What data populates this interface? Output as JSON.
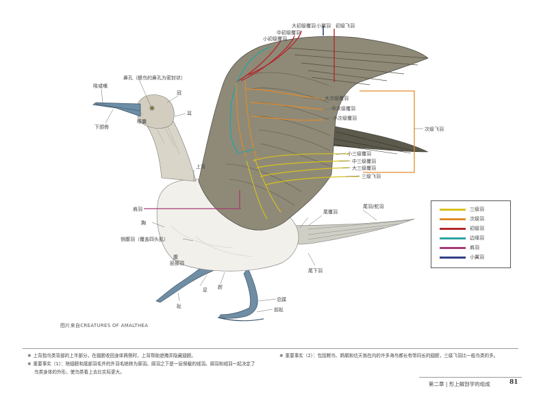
{
  "labels": {
    "beak": "喙或嘴",
    "nostril": "鼻孔（鲣鸟的鼻孔为密封状）",
    "crown": "冠",
    "ear": "耳",
    "lower_mandible": "下颌骨",
    "throat": "喉囊",
    "upper_back": "上背",
    "greater_primary_coverts": "大初级覆羽",
    "alula": "小翼羽",
    "primaries": "初级飞羽",
    "median_primary_coverts": "中初级覆羽",
    "lesser_primary_coverts": "小初级覆羽",
    "greater_secondary_coverts": "大次级覆羽",
    "median_secondary_coverts": "中次级覆羽",
    "lesser_secondary_coverts": "小次级覆羽",
    "secondaries": "次级飞羽",
    "lesser_tertial_coverts": "小三级覆羽",
    "median_tertial_coverts": "中三级覆羽",
    "greater_tertial_coverts": "大三级覆羽",
    "tertials": "三级飞羽",
    "scapulars": "肩羽",
    "chest": "胸",
    "flank": "侧腹羽（覆盖四头肌）",
    "uppertail_coverts": "尾覆羽",
    "tail": "尾羽/舵羽",
    "belly": "腹",
    "thigh": "胫部羽",
    "undertail_coverts": "尾下羽",
    "foot": "足",
    "tarsus": "跗",
    "hind_toe": "趾",
    "web_foot": "总蹼",
    "toe": "前趾"
  },
  "legend": [
    {
      "label": "三级羽",
      "color": "#d8c21a"
    },
    {
      "label": "次级羽",
      "color": "#e38a2b"
    },
    {
      "label": "初级羽",
      "color": "#b3262b"
    },
    {
      "label": "边缘羽",
      "color": "#2aa3a3"
    },
    {
      "label": "肩羽",
      "color": "#a33a73"
    },
    {
      "label": "小翼羽",
      "color": "#2c3f86"
    }
  ],
  "credit": "图片来自CREATURES OF AMALTHEA",
  "notes": {
    "left_1": "上背指鸟类背部的上半部分。在翅膀收回身体两侧时，上背帮助遮掩并隐藏翅膀。",
    "left_2": "重要事实（1）：除翅膀和尾部羽毛外的外羽毛统称为廓羽。廓羽之下是一层保暖的绒羽。廓羽和绒羽一起决定了",
    "left_3": "鸟类身体的外形，使鸟类看上去比实际更大。",
    "right_1": "重要事实（2）：包括鲣鸟、鹈鹕和信天翁在内的许多海鸟都长有带同长的翅膀，三级飞羽比一般鸟类的多。"
  },
  "footer": {
    "chapter": "第二章 | 形上解剖学的组成",
    "page_number": "81"
  }
}
